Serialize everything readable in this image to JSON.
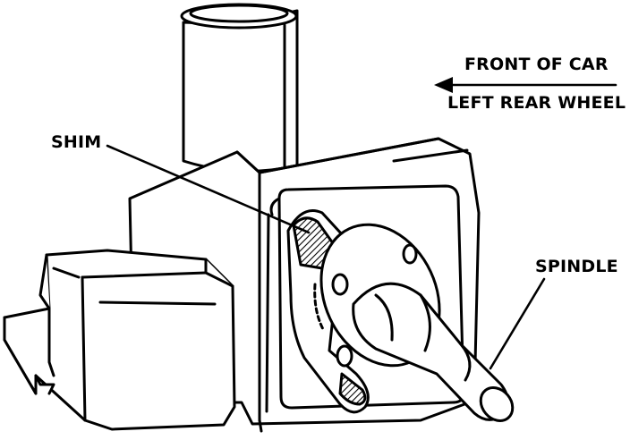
{
  "labels": {
    "front_of_car": "FRONT OF CAR",
    "left_rear_wheel": "LEFT REAR WHEEL",
    "shim": "SHIM",
    "spindle": "SPINDLE"
  },
  "colors": {
    "ink": "#000000",
    "paper": "#ffffff"
  },
  "icons": {
    "direction_arrow": "arrow-left-icon"
  }
}
